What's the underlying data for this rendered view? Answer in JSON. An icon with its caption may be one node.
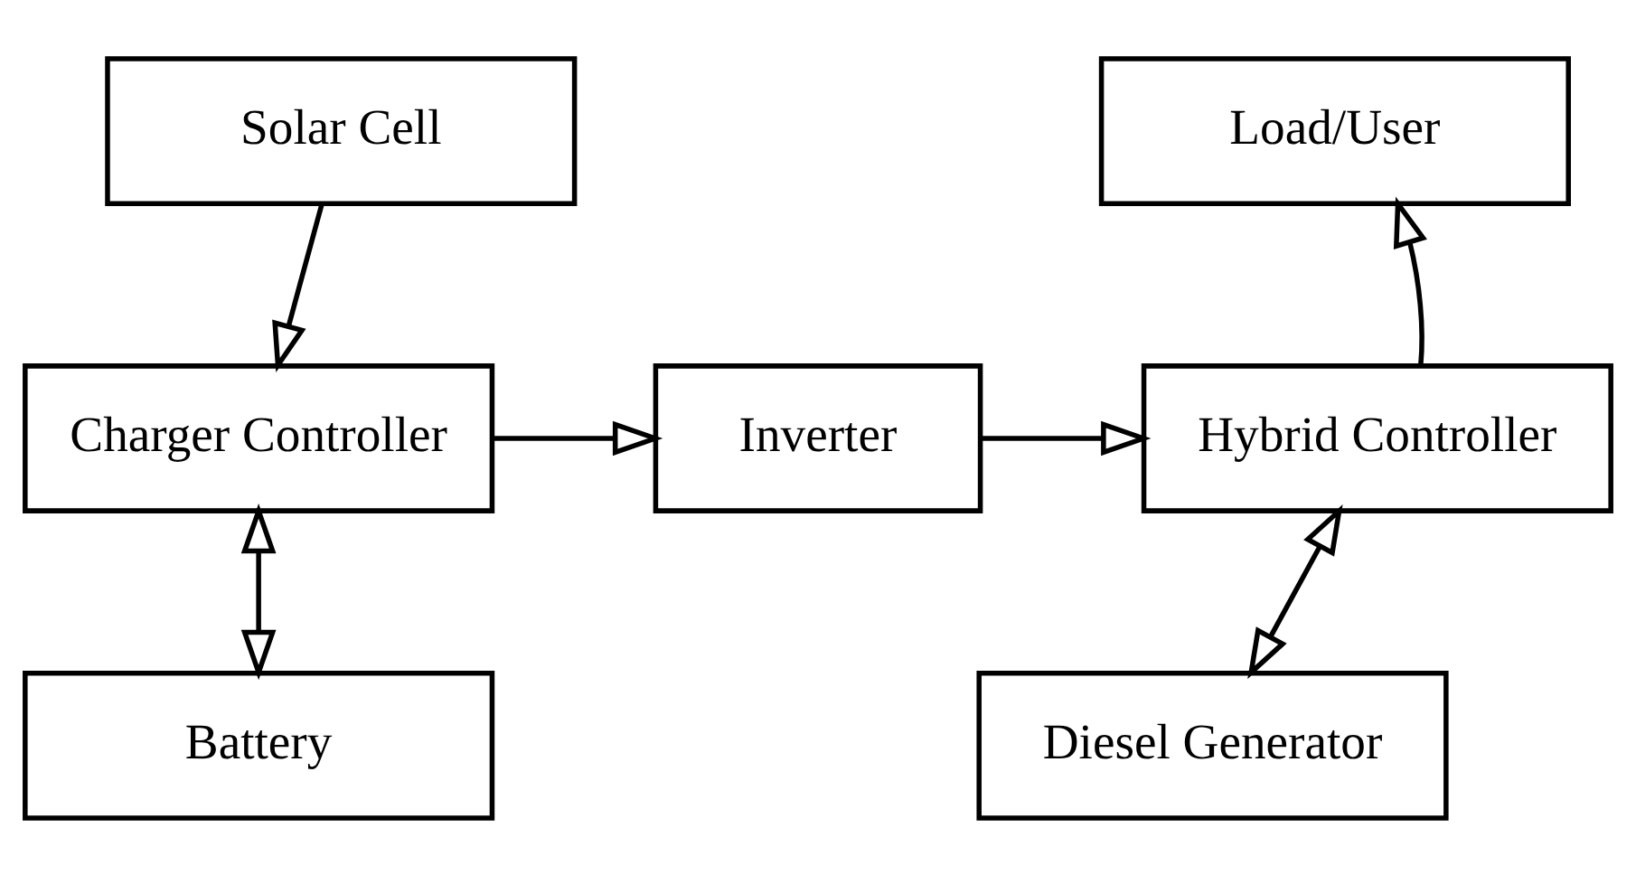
{
  "diagram": {
    "nodes": [
      {
        "text": [
          "Solar Cell"
        ]
      },
      {
        "text": [
          "Load/User"
        ]
      },
      {
        "text": [
          "Charger Controller"
        ]
      },
      {
        "text": [
          "Inverter"
        ]
      },
      {
        "text": [
          "Hybrid Controller"
        ]
      },
      {
        "text": [
          "Battery"
        ]
      },
      {
        "text": [
          "Diesel Generator"
        ]
      }
    ],
    "edges": [
      {
        "from": 0,
        "to": 2,
        "arrow": "to"
      },
      {
        "from": 2,
        "to": 3,
        "arrow": "to"
      },
      {
        "from": 3,
        "to": 4,
        "arrow": "to"
      },
      {
        "from": 4,
        "to": 1,
        "arrow": "to"
      },
      {
        "from": 2,
        "to": 5,
        "arrow": "both"
      },
      {
        "from": 4,
        "to": 6,
        "arrow": "both"
      }
    ]
  }
}
